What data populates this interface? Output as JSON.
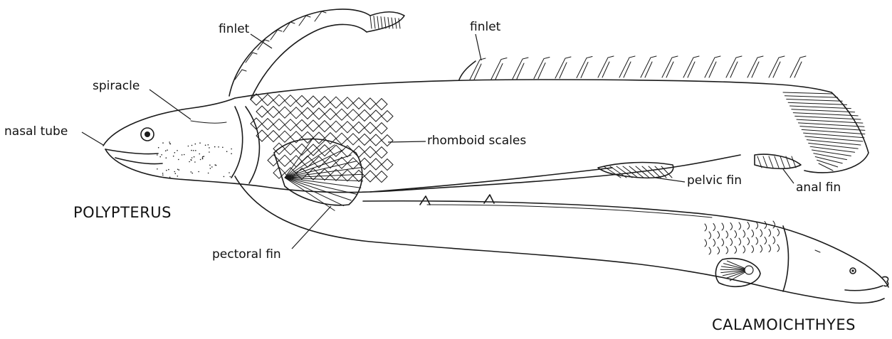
{
  "labels": {
    "finlet_left": "finlet",
    "finlet_right": "finlet",
    "spiracle": "spiracle",
    "nasal_tube": "nasal tube",
    "rhomboid_scales": "rhomboid scales",
    "pelvic_fin": "pelvic fin",
    "anal_fin": "anal fin",
    "pectoral_fin": "pectoral fin"
  },
  "species": {
    "polypterus": "POLYPTERUS",
    "calamoichthyes": "CALAMOICHTHYES"
  }
}
